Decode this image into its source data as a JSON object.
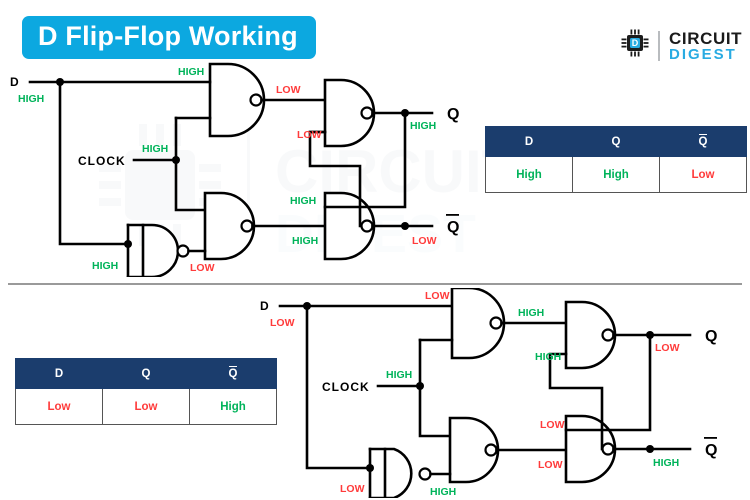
{
  "title": "D Flip-Flop Working",
  "colors": {
    "accent": "#0CA8E0",
    "navy": "#1B3D6D",
    "high": "#00B35A",
    "low": "#FF3B3B",
    "wire": "#000000"
  },
  "logo": {
    "icon": "microchip-icon",
    "line1": "CIRCUIT",
    "line2": "DIGEST"
  },
  "watermark": {
    "line1": "CIRCUIT",
    "line2": "DIGEST"
  },
  "circuits": [
    {
      "id": "top",
      "name": "d-flip-flop-d-high",
      "inputs": {
        "d_label": "D",
        "d_value": "HIGH",
        "clock_label": "CLOCK",
        "clock_value": "HIGH"
      },
      "outputs": {
        "q_label": "Q",
        "q_value": "HIGH",
        "qbar_label": "Q",
        "qbar_value": "LOW"
      },
      "wire_labels": {
        "nand1_in_top": "HIGH",
        "nand1_out": "LOW",
        "inv_in": "HIGH",
        "inv_out": "LOW",
        "nand2_out": "HIGH",
        "latch_top_in_bottom": "LOW",
        "latch_bot_in_top": "HIGH",
        "latch_bot_in_bottom": "HIGH"
      }
    },
    {
      "id": "bottom",
      "name": "d-flip-flop-d-low",
      "inputs": {
        "d_label": "D",
        "d_value": "LOW",
        "clock_label": "CLOCK",
        "clock_value": "HIGH"
      },
      "outputs": {
        "q_label": "Q",
        "q_value": "LOW",
        "qbar_label": "Q",
        "qbar_value": "HIGH"
      },
      "wire_labels": {
        "nand1_in_top": "LOW",
        "nand1_out": "HIGH",
        "inv_in": "LOW",
        "inv_out": "HIGH",
        "nand2_out": "LOW",
        "latch_top_in_bottom": "HIGH",
        "latch_bot_in_top": "LOW",
        "latch_bot_in_bottom": "LOW"
      }
    }
  ],
  "tables": [
    {
      "id": "top",
      "name": "truth-table-d-high",
      "headers": [
        "D",
        "Q",
        "Q"
      ],
      "header_overline": [
        false,
        false,
        true
      ],
      "row": [
        "High",
        "High",
        "Low"
      ],
      "row_levels": [
        "high",
        "high",
        "low"
      ]
    },
    {
      "id": "bottom",
      "name": "truth-table-d-low",
      "headers": [
        "D",
        "Q",
        "Q"
      ],
      "header_overline": [
        false,
        false,
        true
      ],
      "row": [
        "Low",
        "Low",
        "High"
      ],
      "row_levels": [
        "low",
        "low",
        "high"
      ]
    }
  ]
}
